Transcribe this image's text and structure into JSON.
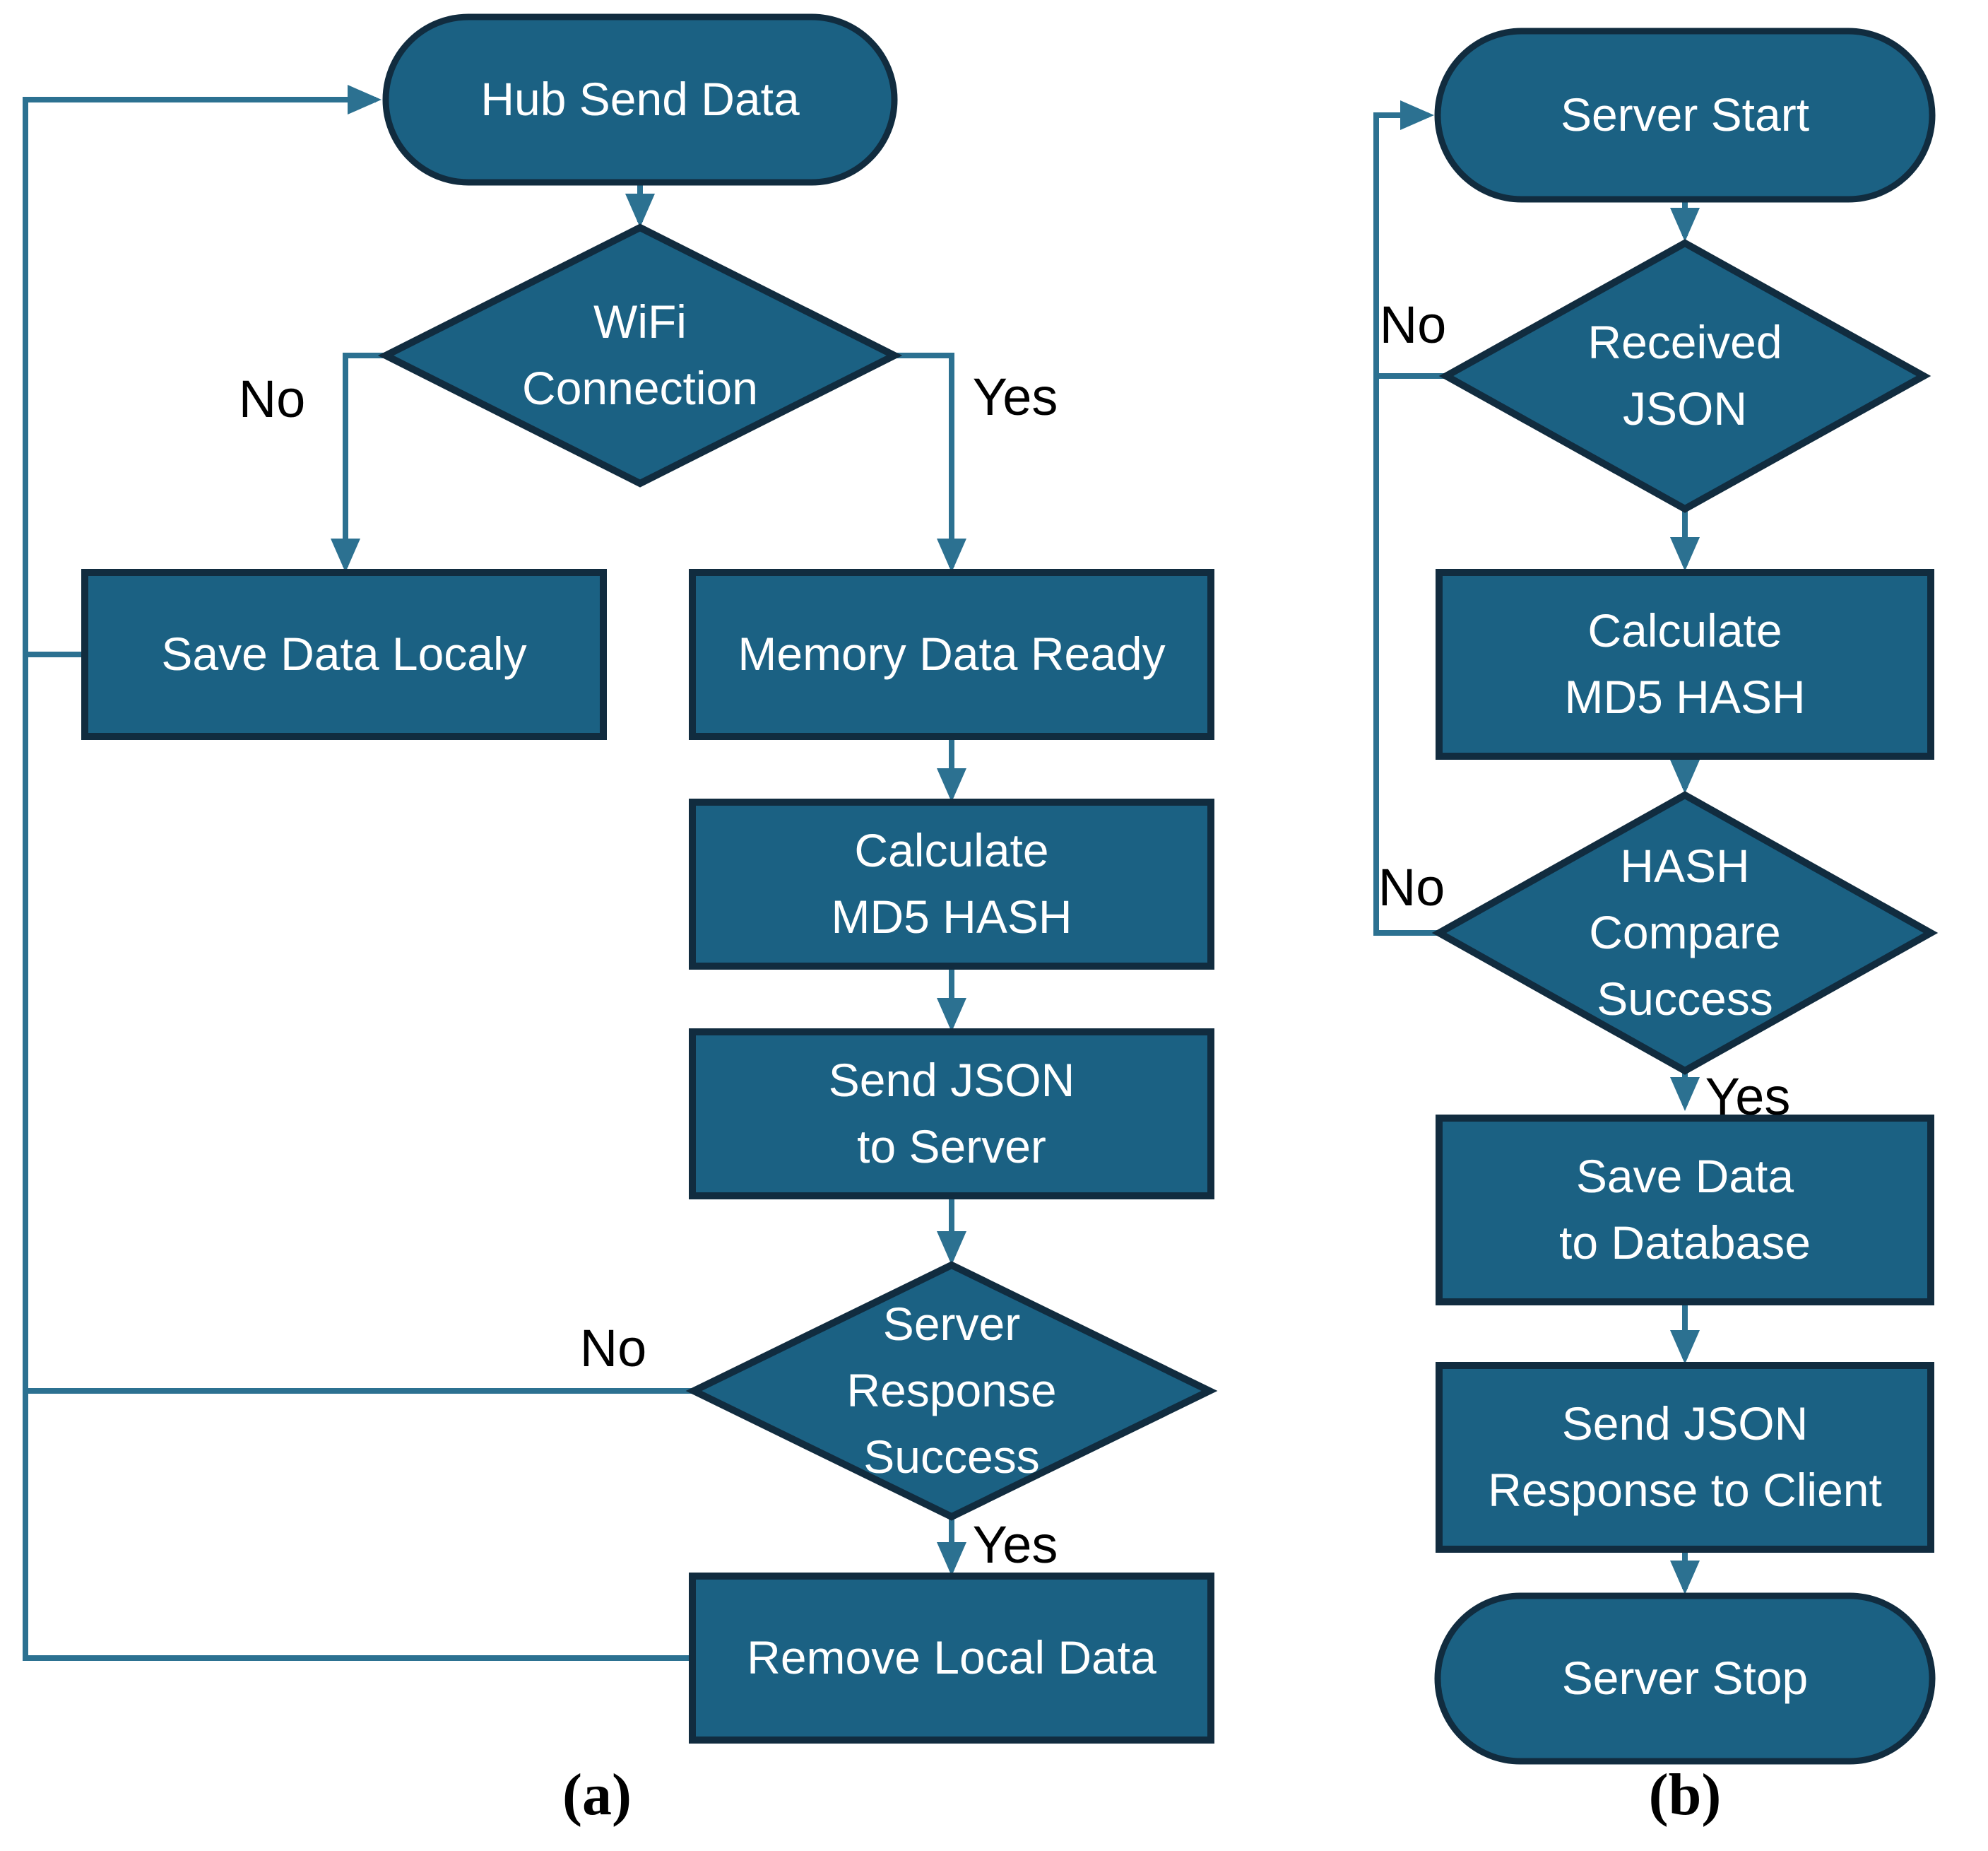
{
  "colors": {
    "node_fill": "#1B6183",
    "node_border": "#112C3F",
    "connector": "#2C7191",
    "node_text": "#FFFFFF",
    "label_text": "#000000",
    "page_bg": "#FFFFFF"
  },
  "charts": [
    {
      "id": "a",
      "caption": "(a)",
      "nodes": [
        {
          "id": "hub-send-data",
          "type": "terminator",
          "label": "Hub Send Data"
        },
        {
          "id": "wifi-connection",
          "type": "decision",
          "label": "WiFi\nConnection"
        },
        {
          "id": "save-data-localy",
          "type": "process",
          "label": "Save Data Localy"
        },
        {
          "id": "memory-data-ready",
          "type": "process",
          "label": "Memory Data Ready"
        },
        {
          "id": "calculate-md5-hash",
          "type": "process",
          "label": "Calculate\nMD5 HASH"
        },
        {
          "id": "send-json-to-server",
          "type": "process",
          "label": "Send JSON\nto Server"
        },
        {
          "id": "server-response-success",
          "type": "decision",
          "label": "Server\nResponse\nSuccess"
        },
        {
          "id": "remove-local-data",
          "type": "process",
          "label": "Remove Local Data"
        }
      ],
      "edges": [
        {
          "from": "hub-send-data",
          "to": "wifi-connection",
          "label": ""
        },
        {
          "from": "wifi-connection",
          "to": "save-data-localy",
          "label": "No"
        },
        {
          "from": "wifi-connection",
          "to": "memory-data-ready",
          "label": "Yes"
        },
        {
          "from": "memory-data-ready",
          "to": "calculate-md5-hash",
          "label": ""
        },
        {
          "from": "calculate-md5-hash",
          "to": "send-json-to-server",
          "label": ""
        },
        {
          "from": "send-json-to-server",
          "to": "server-response-success",
          "label": ""
        },
        {
          "from": "server-response-success",
          "to": "hub-send-data",
          "label": "No"
        },
        {
          "from": "server-response-success",
          "to": "remove-local-data",
          "label": "Yes"
        },
        {
          "from": "save-data-localy",
          "to": "hub-send-data",
          "label": ""
        },
        {
          "from": "remove-local-data",
          "to": "hub-send-data",
          "label": ""
        }
      ]
    },
    {
      "id": "b",
      "caption": "(b)",
      "nodes": [
        {
          "id": "server-start",
          "type": "terminator",
          "label": "Server Start"
        },
        {
          "id": "received-json",
          "type": "decision",
          "label": "Received\nJSON"
        },
        {
          "id": "calculate-md5-hash-b",
          "type": "process",
          "label": "Calculate\nMD5 HASH"
        },
        {
          "id": "hash-compare-success",
          "type": "decision",
          "label": "HASH\nCompare\nSuccess"
        },
        {
          "id": "save-data-to-database",
          "type": "process",
          "label": "Save Data\nto Database"
        },
        {
          "id": "send-json-response-to-client",
          "type": "process",
          "label": "Send JSON\nResponse to Client"
        },
        {
          "id": "server-stop",
          "type": "terminator",
          "label": "Server Stop"
        }
      ],
      "edges": [
        {
          "from": "server-start",
          "to": "received-json",
          "label": ""
        },
        {
          "from": "received-json",
          "to": "server-start",
          "label": "No"
        },
        {
          "from": "received-json",
          "to": "calculate-md5-hash-b",
          "label": ""
        },
        {
          "from": "calculate-md5-hash-b",
          "to": "hash-compare-success",
          "label": ""
        },
        {
          "from": "hash-compare-success",
          "to": "server-start",
          "label": "No"
        },
        {
          "from": "hash-compare-success",
          "to": "save-data-to-database",
          "label": "Yes"
        },
        {
          "from": "save-data-to-database",
          "to": "send-json-response-to-client",
          "label": ""
        },
        {
          "from": "send-json-response-to-client",
          "to": "server-stop",
          "label": ""
        }
      ]
    }
  ]
}
